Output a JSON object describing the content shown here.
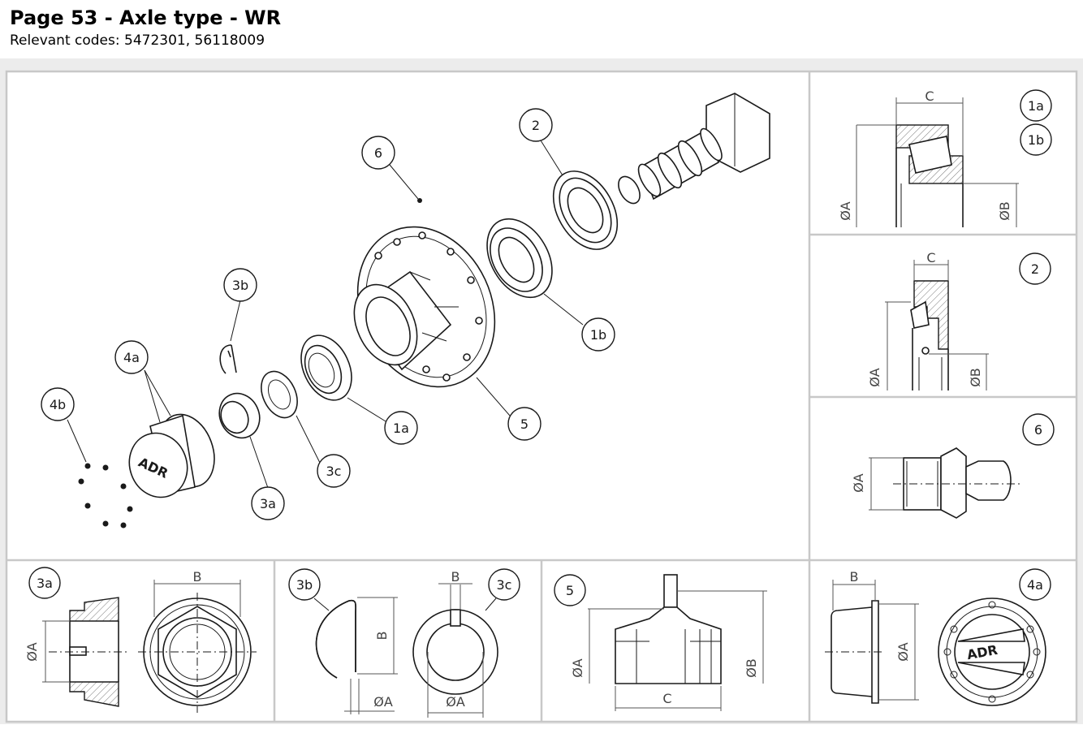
{
  "header": {
    "title": "Page 53 - Axle type - WR",
    "subtitle": "Relevant codes: 5472301, 56118009"
  },
  "main_view": {
    "callouts": [
      "1a",
      "1b",
      "2",
      "3a",
      "3b",
      "3c",
      "4a",
      "4b",
      "5",
      "6"
    ],
    "cap_logo": "ADR"
  },
  "detail_bearing": {
    "callouts": [
      "1a",
      "1b"
    ],
    "dims": {
      "c": "C",
      "a": "ØA",
      "b": "ØB"
    }
  },
  "detail_seal": {
    "callout": "2",
    "dims": {
      "c": "C",
      "a": "ØA",
      "b": "ØB"
    }
  },
  "detail_nipple": {
    "callout": "6",
    "dims": {
      "a": "ØA"
    }
  },
  "detail_nut": {
    "callout": "3a",
    "dims": {
      "a": "ØA",
      "b": "B"
    }
  },
  "detail_pin_washer": {
    "callouts": [
      "3b",
      "3c"
    ],
    "dims": {
      "b1": "B",
      "a1": "ØA",
      "b2": "B",
      "a2": "ØA"
    }
  },
  "detail_hub": {
    "callout": "5",
    "dims": {
      "a": "ØA",
      "b": "ØB",
      "c": "C"
    }
  },
  "detail_cap": {
    "callout": "4a",
    "dims": {
      "b": "B",
      "a": "ØA"
    },
    "logo": "ADR"
  },
  "colors": {
    "line": "#1a1a1a",
    "band": "#ececec",
    "frame": "#c8c8c8"
  }
}
